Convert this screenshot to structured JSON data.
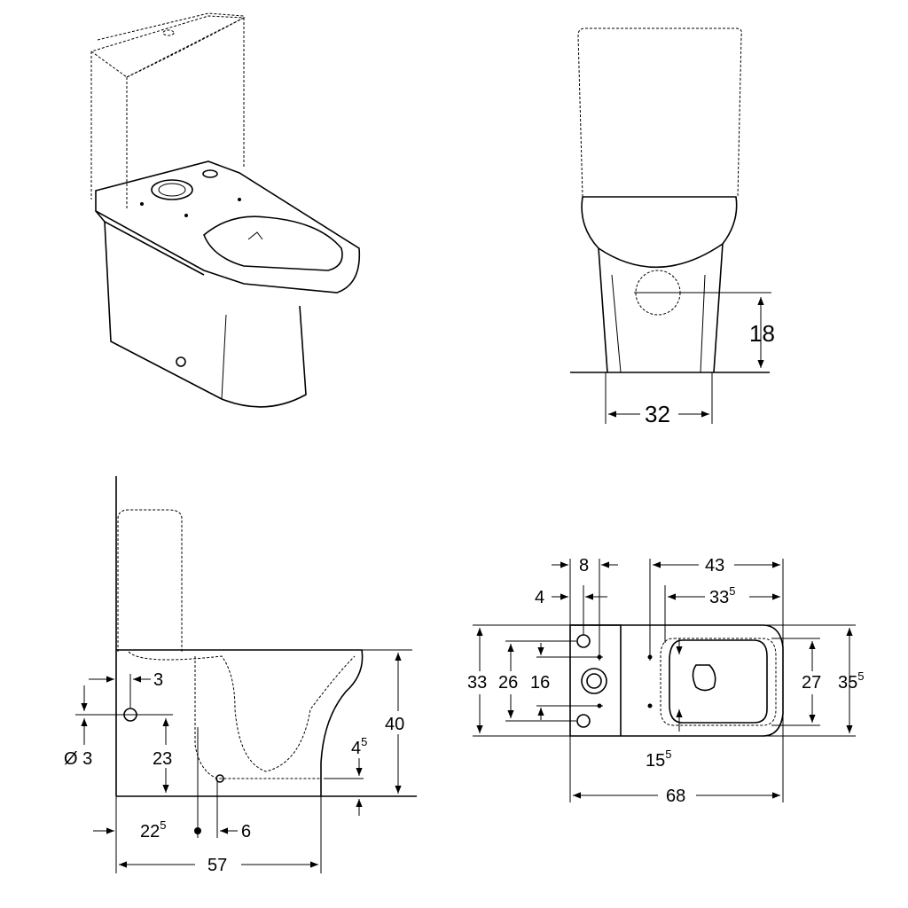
{
  "front_view": {
    "outlet_height": "18",
    "foot_width": "32"
  },
  "side_view": {
    "wall_gap": "3",
    "inlet_diameter": "Ø 3",
    "inlet_height": "23",
    "outlet_offset": {
      "base": "22",
      "sup": "5"
    },
    "outlet_size": "6",
    "depth": "57",
    "height": "40",
    "rim_drop": {
      "base": "4",
      "sup": "5"
    }
  },
  "plan_view": {
    "dim_8": "8",
    "dim_4": "4",
    "dim_43": "43",
    "dim_33_5": {
      "base": "33",
      "sup": "5"
    },
    "dim_33": "33",
    "dim_26": "26",
    "dim_16": "16",
    "dim_27": "27",
    "dim_35_5": {
      "base": "35",
      "sup": "5"
    },
    "dim_15_5": {
      "base": "15",
      "sup": "5"
    },
    "dim_68": "68"
  }
}
